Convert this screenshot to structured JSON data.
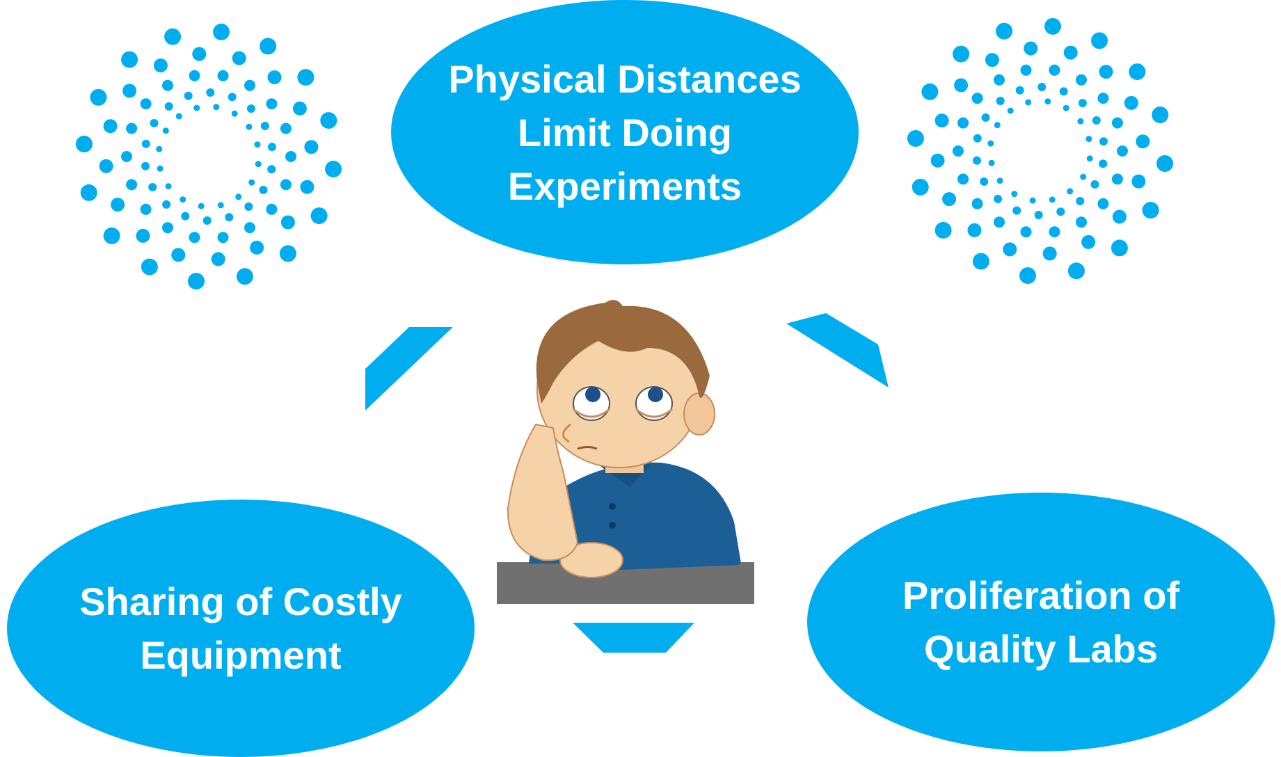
{
  "bubbles": {
    "top": {
      "lines": [
        "Physical Distances",
        "Limit Doing",
        "Experiments"
      ]
    },
    "left": {
      "lines": [
        "Sharing of Costly",
        "Equipment"
      ]
    },
    "right": {
      "lines": [
        "Proliferation of",
        "Quality Labs"
      ]
    }
  },
  "colors": {
    "accent": "#00aeef",
    "table": "#707070",
    "shirt": "#1c5f96"
  },
  "illustration": {
    "icon": "thinking-boy-illustration"
  }
}
